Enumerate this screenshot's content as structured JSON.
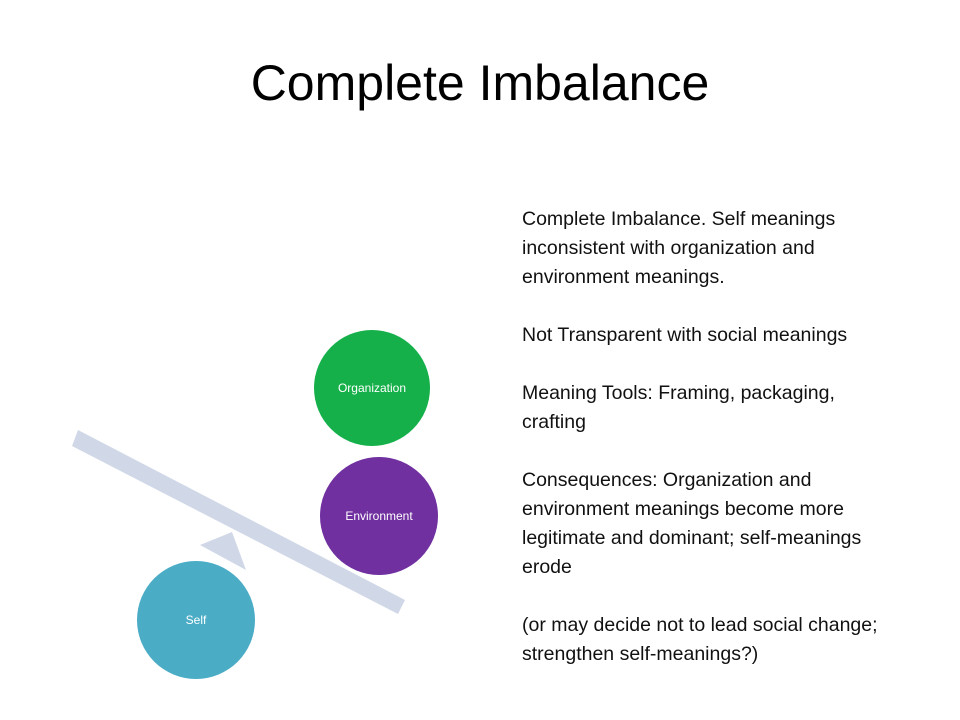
{
  "slide": {
    "title": "Complete Imbalance"
  },
  "diagram": {
    "circles": {
      "organization": {
        "label": "Organization",
        "color": "#16b04a"
      },
      "environment": {
        "label": "Environment",
        "color": "#7030a0"
      },
      "self": {
        "label": "Self",
        "color": "#4bacc6"
      }
    },
    "beam_color": "#d0d8e8",
    "fulcrum_color": "#d0d8e8"
  },
  "text": {
    "paragraphs": [
      "Complete Imbalance. Self meanings inconsistent with organization and environment meanings.",
      "Not Transparent with social meanings",
      "Meaning Tools: Framing, packaging, crafting",
      "Consequences: Organization and environment meanings become more legitimate and dominant; self-meanings erode",
      "(or may decide not to lead social change; strengthen self-meanings?)"
    ]
  }
}
